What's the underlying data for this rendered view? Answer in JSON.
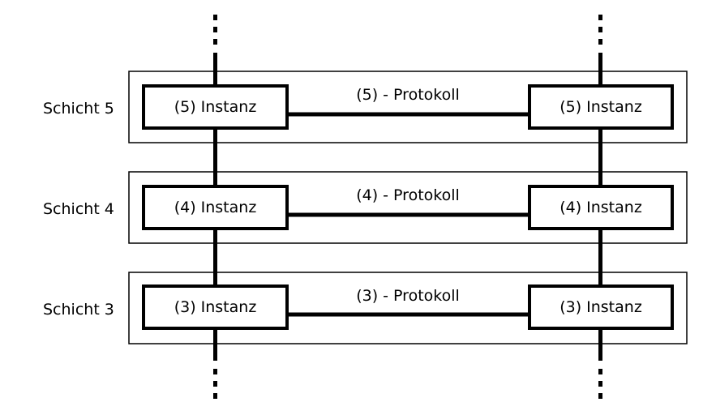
{
  "layers": [
    {
      "label": "Schicht 5",
      "left_instance": "(5) Instanz",
      "right_instance": "(5) Instanz",
      "protocol": "(5) - Protokoll"
    },
    {
      "label": "Schicht 4",
      "left_instance": "(4) Instanz",
      "right_instance": "(4) Instanz",
      "protocol": "(4) - Protokoll"
    },
    {
      "label": "Schicht 3",
      "left_instance": "(3) Instanz",
      "right_instance": "(3) Instanz",
      "protocol": "(3) - Protokoll"
    }
  ],
  "colors": {
    "stroke": "#000000",
    "background": "#ffffff"
  }
}
